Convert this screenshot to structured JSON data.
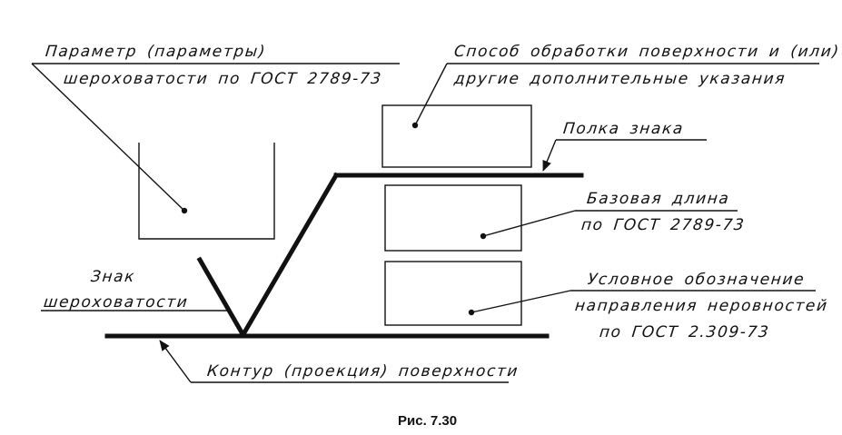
{
  "labels": {
    "roughness_param_line1": "Параметр (параметры)",
    "roughness_param_line2": "шероховатости по ГОСТ 2789-73",
    "processing_method_line1": "Способ обработки поверхности и (или)",
    "processing_method_line2": "другие дополнительные указания",
    "sign_shelf": "Полка знака",
    "base_length_line1": "Базовая длина",
    "base_length_line2": "по ГОСТ 2789-73",
    "direction_line1": "Условное обозначение",
    "direction_line2": "направления неровностей",
    "direction_line3": "по ГОСТ 2.309-73",
    "roughness_sign_line1": "Знак",
    "roughness_sign_line2": "шероховатости",
    "surface_contour": "Контур (проекция) поверхности"
  },
  "caption": "Рис. 7.30"
}
